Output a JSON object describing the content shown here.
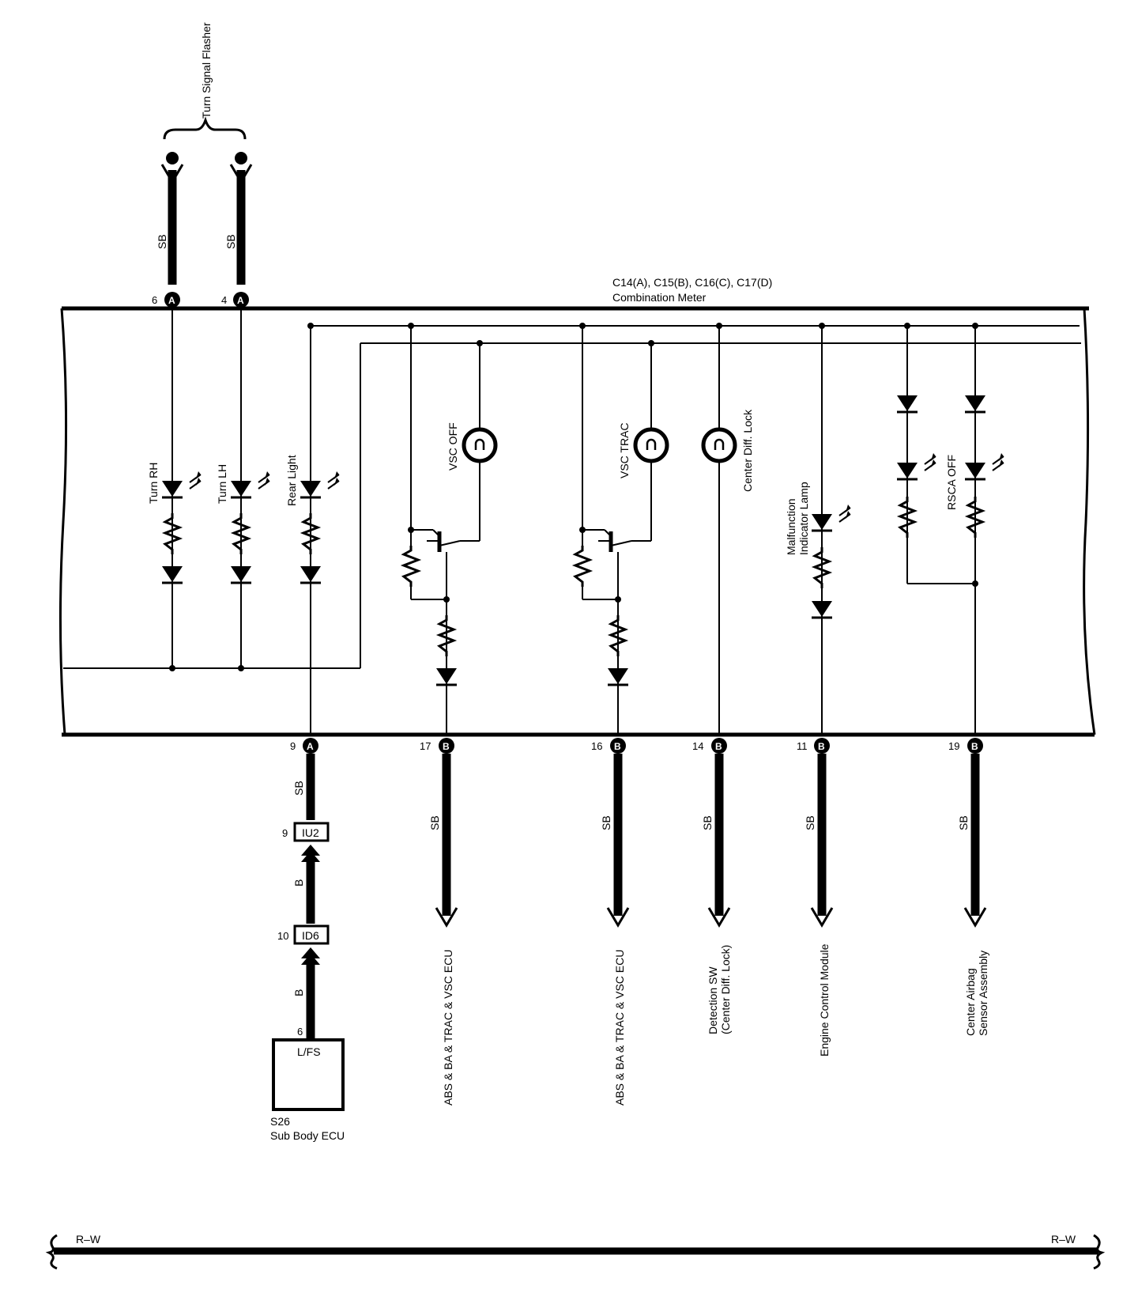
{
  "flasher": {
    "label": "Turn Signal Flasher"
  },
  "meter": {
    "connectors": "C14(A), C15(B), C16(C), C17(D)",
    "name": "Combination Meter"
  },
  "lamps": {
    "turn_rh": "Turn RH",
    "turn_lh": "Turn LH",
    "rear_light": "Rear Light",
    "vsc_off": "VSC OFF",
    "vsc_trac": "VSC TRAC",
    "center_diff_lock": "Center Diff. Lock",
    "mil_line1": "Malfunction",
    "mil_line2": "Indicator Lamp",
    "rsca_off": "RSCA OFF"
  },
  "top_pins": [
    {
      "num": "6",
      "conn": "A",
      "wire": "SB"
    },
    {
      "num": "4",
      "conn": "A",
      "wire": "SB"
    }
  ],
  "bottom_pins": [
    {
      "num": "9",
      "conn": "A",
      "wire": "SB"
    },
    {
      "num": "17",
      "conn": "B",
      "wire": "SB"
    },
    {
      "num": "16",
      "conn": "B",
      "wire": "SB"
    },
    {
      "num": "14",
      "conn": "B",
      "wire": "SB"
    },
    {
      "num": "11",
      "conn": "B",
      "wire": "SB"
    },
    {
      "num": "19",
      "conn": "B",
      "wire": "SB"
    }
  ],
  "junctions": [
    {
      "pin": "9",
      "name": "IU2"
    },
    {
      "pin": "10",
      "name": "ID6"
    }
  ],
  "lower_wires": [
    "B",
    "B"
  ],
  "ecu": {
    "pin": "6",
    "terminal": "L/FS",
    "code": "S26",
    "name": "Sub Body ECU"
  },
  "destinations": {
    "d17": "ABS & BA & TRAC & VSC ECU",
    "d16": "ABS & BA & TRAC & VSC ECU",
    "d14_line1": "Detection SW",
    "d14_line2": "(Center Diff. Lock)",
    "d11": "Engine Control Module",
    "d19_line1": "Center Airbag",
    "d19_line2": "Sensor Assembly"
  },
  "bus": {
    "left": "R–W",
    "right": "R–W"
  }
}
